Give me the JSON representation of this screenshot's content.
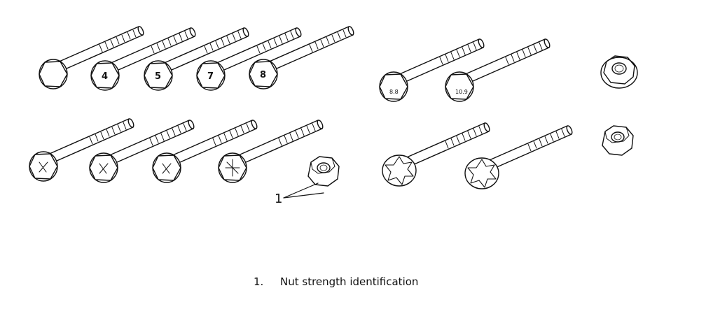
{
  "callout": {
    "label": "1"
  },
  "head_markings": [
    "4",
    "5",
    "7",
    "8"
  ],
  "caption": {
    "number": "1.",
    "text": "Nut strength identification"
  },
  "colors": {
    "ink": "#111111",
    "paper": "#ffffff"
  }
}
